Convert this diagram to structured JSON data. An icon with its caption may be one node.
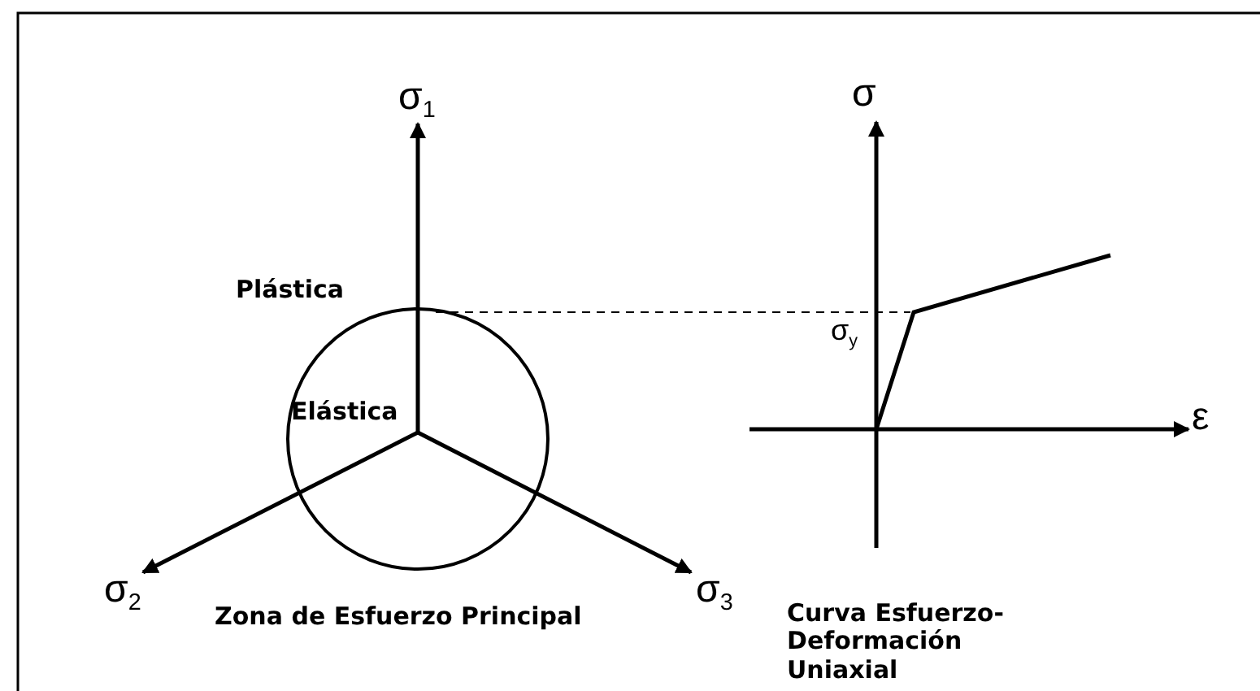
{
  "diagram": {
    "labels": [
      "σ$_{1}$",
      "Plástica",
      "Elástica",
      "σ$_{2}$",
      "σ$_{3}$",
      "Zona de Esfuerzo Principal",
      "σ",
      "σ$_{y}$",
      "ε",
      "Curva Esfuerzo- Deformación Uniaxial"
    ]
  }
}
